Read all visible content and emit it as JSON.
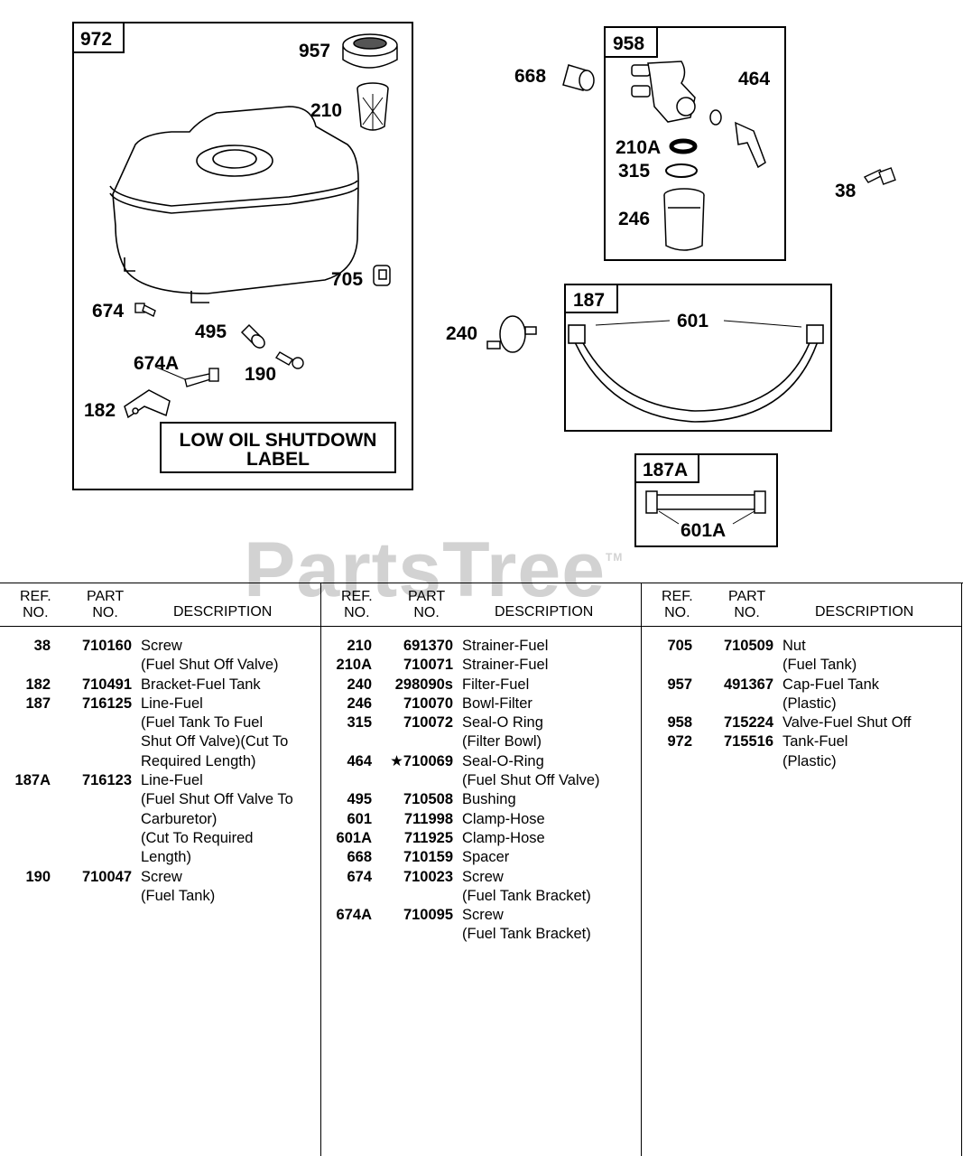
{
  "diagram": {
    "assemblies": [
      {
        "id": "box-972",
        "label": "972"
      },
      {
        "id": "box-958",
        "label": "958"
      },
      {
        "id": "box-187",
        "label": "187"
      },
      {
        "id": "box-187a",
        "label": "187A"
      }
    ],
    "callouts": [
      "957",
      "210",
      "705",
      "674",
      "495",
      "674A",
      "190",
      "182",
      "668",
      "464",
      "210A",
      "315",
      "246",
      "38",
      "240",
      "601",
      "601A"
    ],
    "label_box": {
      "line1": "LOW OIL SHUTDOWN",
      "line2": "LABEL"
    }
  },
  "watermark": {
    "text": "PartsTree",
    "tm": "TM"
  },
  "table": {
    "headers": {
      "ref": [
        "REF.",
        "NO."
      ],
      "part": [
        "PART",
        "NO."
      ],
      "desc": "DESCRIPTION"
    },
    "columns": [
      [
        {
          "ref": "38",
          "part": "710160",
          "lines": [
            "Screw",
            "(Fuel Shut Off Valve)"
          ]
        },
        {
          "ref": "182",
          "part": "710491",
          "lines": [
            "Bracket-Fuel Tank"
          ]
        },
        {
          "ref": "187",
          "part": "716125",
          "lines": [
            "Line-Fuel",
            "(Fuel Tank To Fuel",
            "Shut Off Valve)(Cut To",
            "Required Length)"
          ]
        },
        {
          "ref": "187A",
          "part": "716123",
          "lines": [
            "Line-Fuel",
            "(Fuel Shut Off Valve To",
            "Carburetor)",
            "(Cut To Required",
            "Length)"
          ]
        },
        {
          "ref": "190",
          "part": "710047",
          "lines": [
            "Screw",
            "(Fuel Tank)"
          ]
        }
      ],
      [
        {
          "ref": "210",
          "part": "691370",
          "lines": [
            "Strainer-Fuel"
          ]
        },
        {
          "ref": "210A",
          "part": "710071",
          "lines": [
            "Strainer-Fuel"
          ]
        },
        {
          "ref": "240",
          "part": "298090s",
          "lines": [
            "Filter-Fuel"
          ]
        },
        {
          "ref": "246",
          "part": "710070",
          "lines": [
            "Bowl-Filter"
          ]
        },
        {
          "ref": "315",
          "part": "710072",
          "lines": [
            "Seal-O Ring",
            "(Filter Bowl)"
          ]
        },
        {
          "ref": "464",
          "part": "★710069",
          "lines": [
            "Seal-O-Ring",
            "(Fuel Shut Off Valve)"
          ]
        },
        {
          "ref": "495",
          "part": "710508",
          "lines": [
            "Bushing"
          ]
        },
        {
          "ref": "601",
          "part": "711998",
          "lines": [
            "Clamp-Hose"
          ]
        },
        {
          "ref": "601A",
          "part": "711925",
          "lines": [
            "Clamp-Hose"
          ]
        },
        {
          "ref": "668",
          "part": "710159",
          "lines": [
            "Spacer"
          ]
        },
        {
          "ref": "674",
          "part": "710023",
          "lines": [
            "Screw",
            "(Fuel Tank Bracket)"
          ]
        },
        {
          "ref": "674A",
          "part": "710095",
          "lines": [
            "Screw",
            "(Fuel Tank Bracket)"
          ]
        }
      ],
      [
        {
          "ref": "705",
          "part": "710509",
          "lines": [
            "Nut",
            "(Fuel Tank)"
          ]
        },
        {
          "ref": "957",
          "part": "491367",
          "lines": [
            "Cap-Fuel Tank",
            "(Plastic)"
          ]
        },
        {
          "ref": "958",
          "part": "715224",
          "lines": [
            "Valve-Fuel Shut Off"
          ]
        },
        {
          "ref": "972",
          "part": "715516",
          "lines": [
            "Tank-Fuel",
            "(Plastic)"
          ]
        }
      ]
    ]
  }
}
